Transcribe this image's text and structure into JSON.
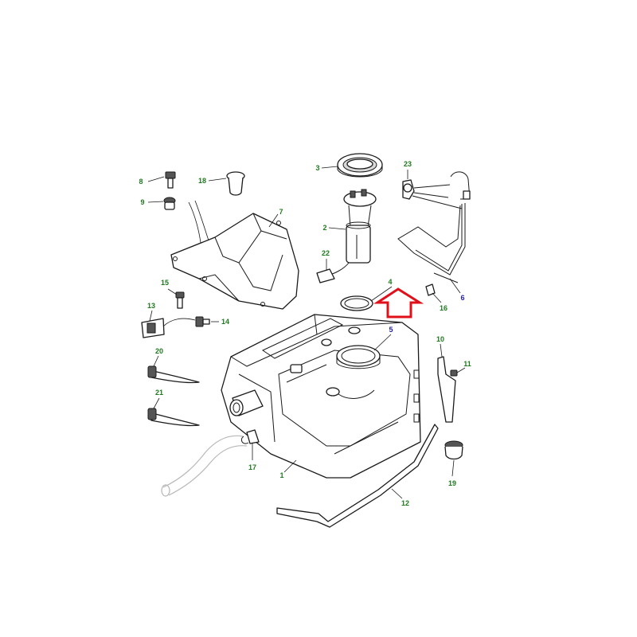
{
  "diagram": {
    "colors": {
      "callout_green": "#1f7a1f",
      "callout_blue": "#1f1fa8",
      "highlight_arrow": "#e0101a",
      "line": "#1a1a1a"
    },
    "callouts": {
      "c1": "1",
      "c2": "2",
      "c3": "3",
      "c4": "4",
      "c5": "5",
      "c6": "6",
      "c7": "7",
      "c8": "8",
      "c9": "9",
      "c10": "10",
      "c11": "11",
      "c12": "12",
      "c13": "13",
      "c14": "14",
      "c15": "15",
      "c16": "16",
      "c17": "17",
      "c18": "18",
      "c19": "19",
      "c20": "20",
      "c21": "21",
      "c22": "22",
      "c23": "23"
    },
    "highlighted_parts": [
      "4"
    ],
    "highlight_icon": "up-arrow-icon"
  }
}
